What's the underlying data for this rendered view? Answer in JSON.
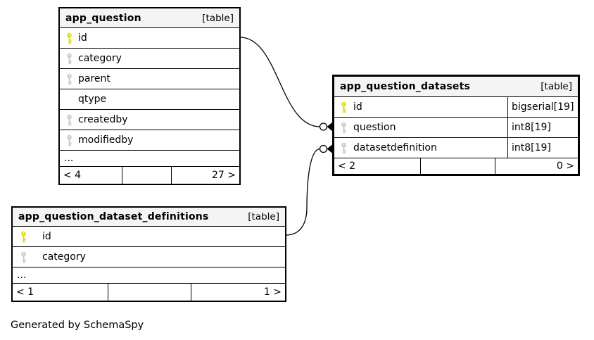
{
  "footer_note": "Generated by SchemaSpy",
  "colors": {
    "primary_key": "#dede00",
    "foreign_key": "#c9c9c9",
    "header_bg": "#f4f4f4",
    "border": "#000000"
  },
  "tables": [
    {
      "name": "app_question",
      "kind": "[table]",
      "columns": [
        {
          "name": "id",
          "key": "primary"
        },
        {
          "name": "category",
          "key": "foreign"
        },
        {
          "name": "parent",
          "key": "foreign"
        },
        {
          "name": "qtype",
          "key": "none"
        },
        {
          "name": "createdby",
          "key": "foreign"
        },
        {
          "name": "modifiedby",
          "key": "foreign"
        }
      ],
      "ellipsis": "...",
      "footer": {
        "left": "< 4",
        "middle": "",
        "right": "27 >"
      }
    },
    {
      "name": "app_question_datasets",
      "kind": "[table]",
      "columns": [
        {
          "name": "id",
          "type": "bigserial[19]",
          "key": "primary"
        },
        {
          "name": "question",
          "type": "int8[19]",
          "key": "foreign"
        },
        {
          "name": "datasetdefinition",
          "type": "int8[19]",
          "key": "foreign"
        }
      ],
      "footer": {
        "left": "< 2",
        "middle": "",
        "right": "0 >"
      }
    },
    {
      "name": "app_question_dataset_definitions",
      "kind": "[table]",
      "columns": [
        {
          "name": "id",
          "key": "primary"
        },
        {
          "name": "category",
          "key": "foreign"
        }
      ],
      "ellipsis": "...",
      "footer": {
        "left": "< 1",
        "middle": "",
        "right": "1 >"
      }
    }
  ],
  "relationships": [
    {
      "from": "app_question.id",
      "to": "app_question_datasets.question",
      "cardinality": "zero-or-many"
    },
    {
      "from": "app_question_dataset_definitions.id",
      "to": "app_question_datasets.datasetdefinition",
      "cardinality": "zero-or-many"
    }
  ]
}
